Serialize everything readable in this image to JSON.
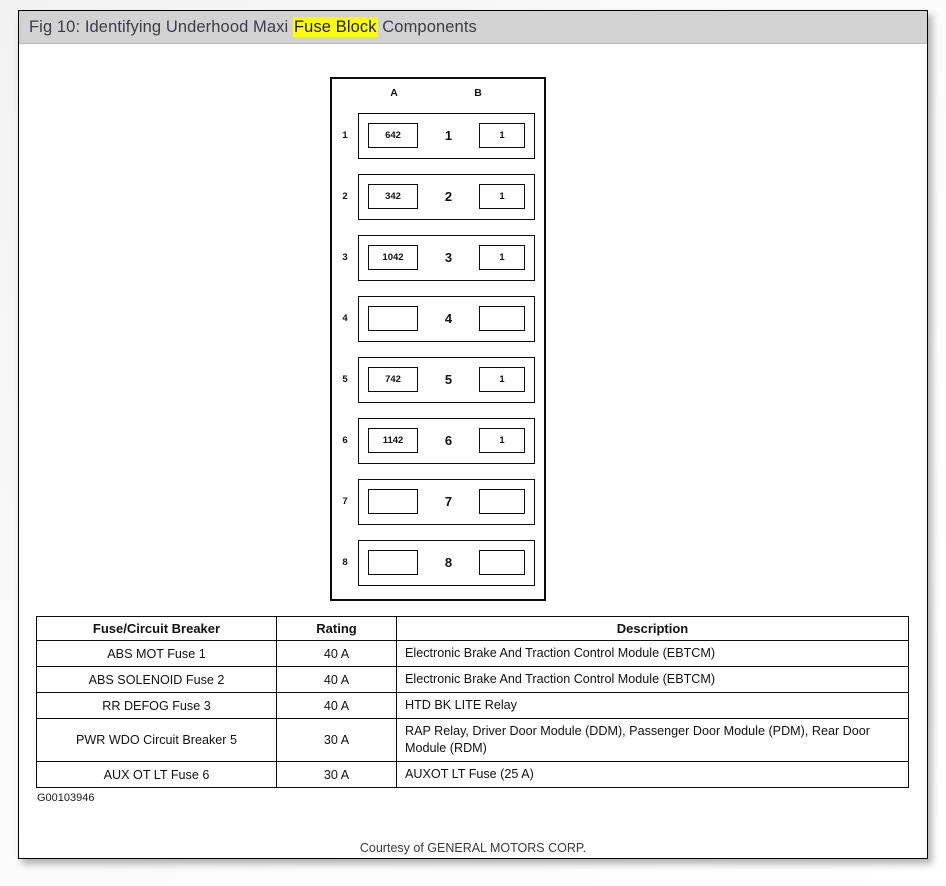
{
  "titlebar": {
    "prefix": "Fig 10: Identifying Underhood Maxi ",
    "highlight": "Fuse Block",
    "suffix": " Components"
  },
  "diagram": {
    "column_headers": {
      "a": "A",
      "b": "B"
    },
    "rows": [
      {
        "index": "1",
        "a": "642",
        "center": "1",
        "b": "1"
      },
      {
        "index": "2",
        "a": "342",
        "center": "2",
        "b": "1"
      },
      {
        "index": "3",
        "a": "1042",
        "center": "3",
        "b": "1"
      },
      {
        "index": "4",
        "a": "",
        "center": "4",
        "b": ""
      },
      {
        "index": "5",
        "a": "742",
        "center": "5",
        "b": "1"
      },
      {
        "index": "6",
        "a": "1142",
        "center": "6",
        "b": "1"
      },
      {
        "index": "7",
        "a": "",
        "center": "7",
        "b": ""
      },
      {
        "index": "8",
        "a": "",
        "center": "8",
        "b": ""
      }
    ]
  },
  "table": {
    "headers": {
      "name": "Fuse/Circuit Breaker",
      "rating": "Rating",
      "description": "Description"
    },
    "rows": [
      {
        "name": "ABS MOT Fuse 1",
        "rating": "40 A",
        "description": "Electronic Brake And Traction Control Module (EBTCM)"
      },
      {
        "name": "ABS SOLENOID Fuse 2",
        "rating": "40 A",
        "description": "Electronic Brake And Traction Control Module (EBTCM)"
      },
      {
        "name": "RR DEFOG Fuse 3",
        "rating": "40 A",
        "description": "HTD BK LITE Relay"
      },
      {
        "name": "PWR WDO Circuit Breaker 5",
        "rating": "30 A",
        "description": "RAP Relay, Driver Door Module (DDM), Passenger Door Module (PDM), Rear Door Module (RDM)"
      },
      {
        "name": "AUX OT LT Fuse 6",
        "rating": "30 A",
        "description": "AUXOT LT Fuse (25 A)"
      }
    ]
  },
  "figure_id": "G00103946",
  "courtesy": "Courtesy of GENERAL MOTORS CORP.",
  "colors": {
    "titlebar_bg": "#d2d2d2",
    "highlight": "#ffff00",
    "ink": "#0c0c0c"
  }
}
